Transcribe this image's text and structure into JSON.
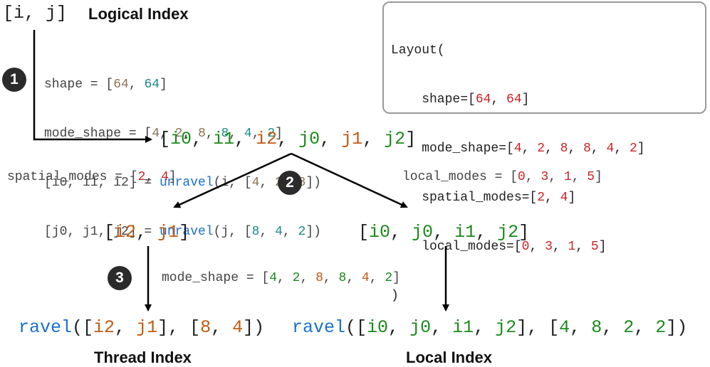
{
  "logical_index": {
    "label": "[i, j]",
    "title": "Logical Index"
  },
  "step1": {
    "badge": "1",
    "lines": [
      [
        [
          "shape = [",
          "d"
        ],
        [
          "64",
          "brown"
        ],
        [
          ", ",
          "d"
        ],
        [
          "64",
          "teal"
        ],
        [
          "]",
          "d"
        ]
      ],
      [
        [
          "mode_shape = [",
          "d"
        ],
        [
          "4",
          "brown"
        ],
        [
          ", ",
          "d"
        ],
        [
          "2",
          "brown"
        ],
        [
          ", ",
          "d"
        ],
        [
          "8",
          "brown"
        ],
        [
          ", ",
          "d"
        ],
        [
          "8",
          "teal"
        ],
        [
          ", ",
          "d"
        ],
        [
          "4",
          "teal"
        ],
        [
          ", ",
          "d"
        ],
        [
          "2",
          "teal"
        ],
        [
          "]",
          "d"
        ]
      ],
      [
        [
          "[i0, i1, i2] = ",
          "d"
        ],
        [
          "unravel",
          "blue"
        ],
        [
          "(i, [",
          "d"
        ],
        [
          "4",
          "brown"
        ],
        [
          ", ",
          "d"
        ],
        [
          "2",
          "brown"
        ],
        [
          ", ",
          "d"
        ],
        [
          "8",
          "brown"
        ],
        [
          "])",
          "d"
        ]
      ],
      [
        [
          "[j0, j1, j2] = ",
          "d"
        ],
        [
          "unravel",
          "blue"
        ],
        [
          "(j, [",
          "d"
        ],
        [
          "8",
          "teal"
        ],
        [
          ", ",
          "d"
        ],
        [
          "4",
          "teal"
        ],
        [
          ", ",
          "d"
        ],
        [
          "2",
          "teal"
        ],
        [
          "])",
          "d"
        ]
      ]
    ]
  },
  "layout_box": {
    "lines": [
      [
        [
          "Layout(",
          "d"
        ]
      ],
      [
        [
          "    shape=[",
          "d"
        ],
        [
          "64",
          "red"
        ],
        [
          ", ",
          "d"
        ],
        [
          "64",
          "red"
        ],
        [
          "]",
          "d"
        ]
      ],
      [
        [
          "    mode_shape=[",
          "d"
        ],
        [
          "4",
          "red"
        ],
        [
          ", ",
          "d"
        ],
        [
          "2",
          "red"
        ],
        [
          ", ",
          "d"
        ],
        [
          "8",
          "red"
        ],
        [
          ", ",
          "d"
        ],
        [
          "8",
          "red"
        ],
        [
          ", ",
          "d"
        ],
        [
          "4",
          "red"
        ],
        [
          ", ",
          "d"
        ],
        [
          "2",
          "red"
        ],
        [
          "]",
          "d"
        ]
      ],
      [
        [
          "    spatial_modes=[",
          "d"
        ],
        [
          "2",
          "red"
        ],
        [
          ", ",
          "d"
        ],
        [
          "4",
          "red"
        ],
        [
          "]",
          "d"
        ]
      ],
      [
        [
          "    local_modes=[",
          "d"
        ],
        [
          "0",
          "red"
        ],
        [
          ", ",
          "d"
        ],
        [
          "3",
          "red"
        ],
        [
          ", ",
          "d"
        ],
        [
          "1",
          "red"
        ],
        [
          ", ",
          "d"
        ],
        [
          "5",
          "red"
        ],
        [
          "]",
          "d"
        ]
      ],
      [
        [
          ")",
          "d"
        ]
      ]
    ]
  },
  "modes_list": [
    [
      "[",
      "d"
    ],
    [
      "i0",
      "green"
    ],
    [
      ", ",
      "d"
    ],
    [
      "i1",
      "green"
    ],
    [
      ", ",
      "d"
    ],
    [
      "i2",
      "orange"
    ],
    [
      ", ",
      "d"
    ],
    [
      "j0",
      "green"
    ],
    [
      ", ",
      "d"
    ],
    [
      "j1",
      "orange"
    ],
    [
      ", ",
      "d"
    ],
    [
      "j2",
      "green"
    ],
    [
      "]",
      "d"
    ]
  ],
  "step2": {
    "badge": "2",
    "spatial_label": [
      [
        "spatial_modes = [",
        "d"
      ],
      [
        "2",
        "red"
      ],
      [
        ", ",
        "d"
      ],
      [
        "4",
        "red"
      ],
      [
        "]",
        "d"
      ]
    ],
    "local_label": [
      [
        "local_modes = [",
        "d"
      ],
      [
        "0",
        "red"
      ],
      [
        ", ",
        "d"
      ],
      [
        "3",
        "red"
      ],
      [
        ", ",
        "d"
      ],
      [
        "1",
        "red"
      ],
      [
        ", ",
        "d"
      ],
      [
        "5",
        "red"
      ],
      [
        "]",
        "d"
      ]
    ]
  },
  "spatial_result": [
    [
      "[",
      "d"
    ],
    [
      "i2",
      "orange"
    ],
    [
      ", ",
      "d"
    ],
    [
      "j1",
      "orange"
    ],
    [
      "]",
      "d"
    ]
  ],
  "local_result": [
    [
      "[",
      "d"
    ],
    [
      "i0",
      "green"
    ],
    [
      ", ",
      "d"
    ],
    [
      "j0",
      "green"
    ],
    [
      ", ",
      "d"
    ],
    [
      "i1",
      "green"
    ],
    [
      ", ",
      "d"
    ],
    [
      "j2",
      "green"
    ],
    [
      "]",
      "d"
    ]
  ],
  "step3": {
    "badge": "3",
    "label": [
      [
        "mode_shape = [",
        "d"
      ],
      [
        "4",
        "green"
      ],
      [
        ", ",
        "d"
      ],
      [
        "2",
        "green"
      ],
      [
        ", ",
        "d"
      ],
      [
        "8",
        "orange"
      ],
      [
        ", ",
        "d"
      ],
      [
        "8",
        "green"
      ],
      [
        ", ",
        "d"
      ],
      [
        "4",
        "orange"
      ],
      [
        ", ",
        "d"
      ],
      [
        "2",
        "green"
      ],
      [
        "]",
        "d"
      ]
    ]
  },
  "thread_ravel": [
    [
      "ravel",
      "blue"
    ],
    [
      "([",
      "d"
    ],
    [
      "i2",
      "orange"
    ],
    [
      ", ",
      "d"
    ],
    [
      "j1",
      "orange"
    ],
    [
      "], [",
      "d"
    ],
    [
      "8",
      "orange"
    ],
    [
      ", ",
      "d"
    ],
    [
      "4",
      "orange"
    ],
    [
      "])",
      "d"
    ]
  ],
  "local_ravel": [
    [
      "ravel",
      "blue"
    ],
    [
      "([",
      "d"
    ],
    [
      "i0",
      "green"
    ],
    [
      ", ",
      "d"
    ],
    [
      "j0",
      "green"
    ],
    [
      ", ",
      "d"
    ],
    [
      "i1",
      "green"
    ],
    [
      ", ",
      "d"
    ],
    [
      "j2",
      "green"
    ],
    [
      "], [",
      "d"
    ],
    [
      "4",
      "green"
    ],
    [
      ", ",
      "d"
    ],
    [
      "8",
      "green"
    ],
    [
      ", ",
      "d"
    ],
    [
      "2",
      "green"
    ],
    [
      ", ",
      "d"
    ],
    [
      "2",
      "green"
    ],
    [
      "])",
      "d"
    ]
  ],
  "thread_title": "Thread Index",
  "local_title": "Local Index",
  "colors": {
    "red": "#cc2222",
    "green": "#1a8a1a",
    "orange": "#c25a12",
    "brown": "#8b7355",
    "teal": "#1b8a8a",
    "blue": "#1a6fd0",
    "default": "#444444",
    "badge": "#2b2b2b",
    "box_border": "#9a9a9a"
  }
}
